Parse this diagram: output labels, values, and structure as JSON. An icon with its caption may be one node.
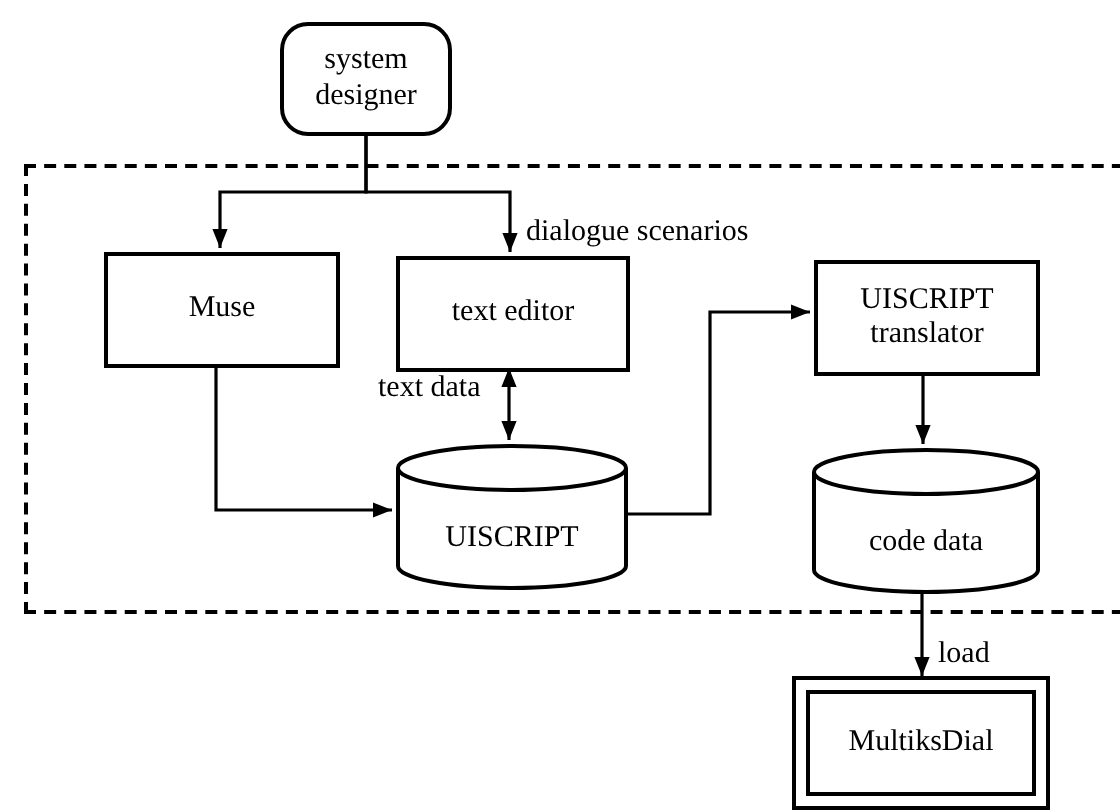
{
  "diagram": {
    "nodes": [
      {
        "text": [
          "system designer"
        ]
      },
      {
        "text": [],
        "shape": "box"
      },
      {
        "text": [
          "Muse"
        ],
        "in": 1
      },
      {
        "text": [
          "text editor"
        ],
        "in": 1
      },
      {
        "text": [
          "UISCRIPT translator"
        ],
        "in": 1
      },
      {
        "text": [
          "UISCRIPT"
        ],
        "in": 1
      },
      {
        "text": [
          "code data"
        ],
        "in": 1
      },
      {
        "text": [
          "MultiksDial"
        ]
      }
    ],
    "edges": [
      {
        "from": 0,
        "to": 2,
        "arrow": "to"
      },
      {
        "from": 0,
        "to": 3,
        "arrow": "to",
        "label": "dialogue scenarios"
      },
      {
        "from": 2,
        "to": 5,
        "arrow": "to"
      },
      {
        "from": 3,
        "to": 5,
        "arrow": "both",
        "label": "text data"
      },
      {
        "from": 5,
        "to": 4,
        "arrow": "to"
      },
      {
        "from": 4,
        "to": 6,
        "arrow": "to"
      },
      {
        "from": 6,
        "to": 7,
        "arrow": "to",
        "label": "load"
      }
    ]
  }
}
